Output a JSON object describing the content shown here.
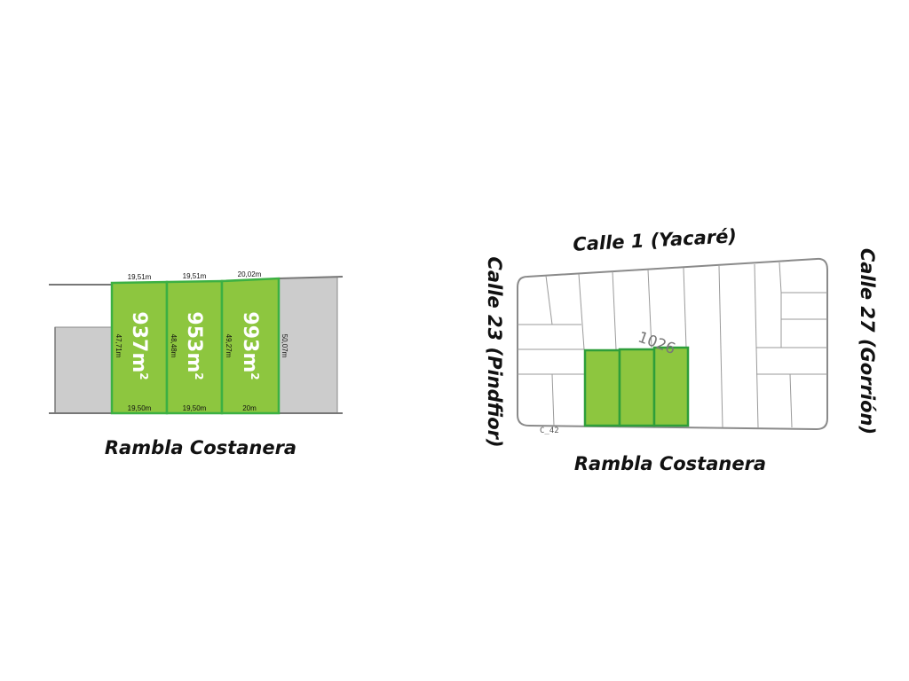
{
  "plan": {
    "street_label": "Rambla Costanera",
    "lots": [
      {
        "area": "937m",
        "area_sup": "2",
        "top": "19,51m",
        "bottom": "19,50m",
        "left": "47,71m"
      },
      {
        "area": "953m",
        "area_sup": "2",
        "top": "19,51m",
        "bottom": "19,50m",
        "left": "48,48m"
      },
      {
        "area": "993m",
        "area_sup": "2",
        "top": "20,02m",
        "bottom": "20m",
        "left": "49,27m",
        "right": "50,07m"
      }
    ]
  },
  "map": {
    "street_top": "Calle 1 (Yacaré)",
    "street_left": "Calle 23 (Pindfior)",
    "street_right": "Calle 27 (Gorrión)",
    "street_bottom": "Rambla Costanera",
    "block_number": "1026",
    "corner_code": "C_42"
  },
  "colors": {
    "lot_fill": "#8DC63F",
    "lot_stroke": "#3CB043",
    "neighbor_fill": "#CCCCCC",
    "line": "#777777"
  }
}
